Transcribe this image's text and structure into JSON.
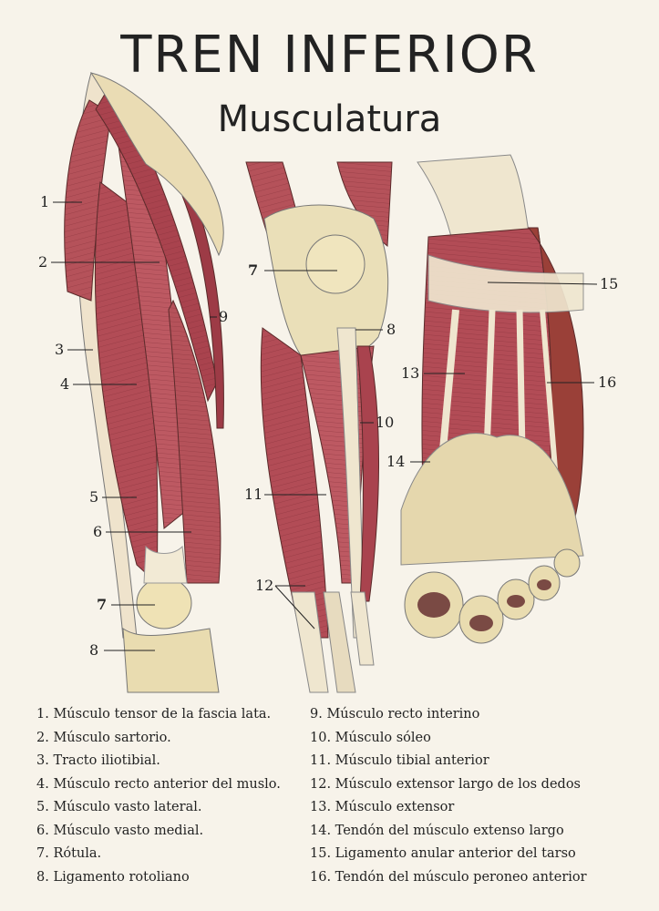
{
  "title": "TREN INFERIOR",
  "subtitle": "Musculatura",
  "callouts": {
    "thigh": [
      "1",
      "2",
      "3",
      "4",
      "5",
      "6",
      "7",
      "8",
      "9"
    ],
    "leg": [
      "7",
      "8",
      "10",
      "11",
      "12"
    ],
    "foot": [
      "13",
      "14",
      "15",
      "16"
    ]
  },
  "legend": {
    "left": [
      "1. Músculo tensor de la fascia lata.",
      "2. Músculo sartorio.",
      "3. Tracto iliotibial.",
      "4. Músculo recto anterior del muslo.",
      "5. Músculo vasto lateral.",
      "6. Músculo vasto medial.",
      "7. Rótula.",
      "8. Ligamento rotoliano"
    ],
    "right": [
      "9. Músculo recto interino",
      "10. Músculo sóleo",
      "11. Músculo tibial anterior",
      "12. Músculo extensor largo de los dedos",
      "13. Músculo extensor",
      "14. Tendón del músculo extenso largo",
      "15. Ligamento anular anterior del tarso",
      "16. Tendón del músculo peroneo anterior"
    ]
  },
  "colors": {
    "muscle": "#b5525a",
    "muscle_dark": "#8e3038",
    "bone": "#efe3b8",
    "tendon": "#e8dcc0",
    "paper": "#f7f3ea"
  }
}
